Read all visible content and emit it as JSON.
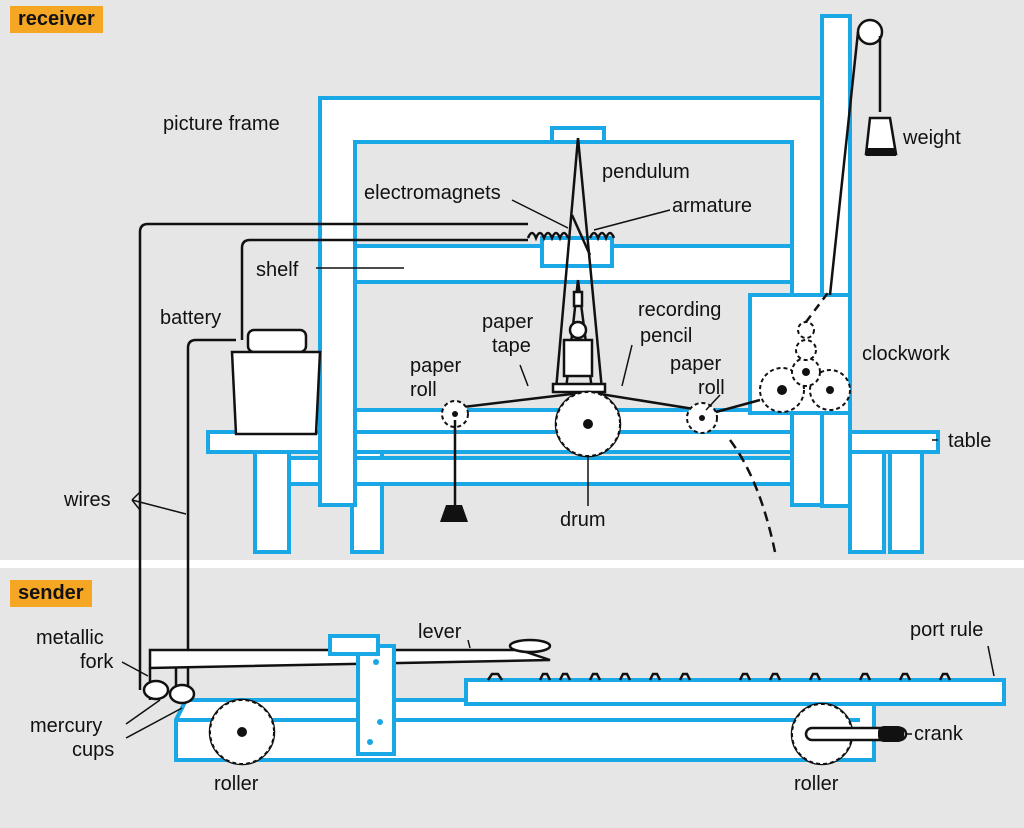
{
  "sections": {
    "receiver": "receiver",
    "sender": "sender"
  },
  "labels": {
    "picture_frame": "picture frame",
    "weight": "weight",
    "pendulum": "pendulum",
    "electromagnets": "electromagnets",
    "armature": "armature",
    "shelf": "shelf",
    "battery": "battery",
    "paper_tape_1": "paper",
    "paper_tape_2": "tape",
    "recording_pencil_1": "recording",
    "recording_pencil_2": "pencil",
    "paper_roll_left_1": "paper",
    "paper_roll_left_2": "roll",
    "paper_roll_right_1": "paper",
    "paper_roll_right_2": "roll",
    "clockwork": "clockwork",
    "table": "table",
    "wires": "wires",
    "drum": "drum",
    "lever": "lever",
    "port_rule": "port rule",
    "metallic_fork_1": "metallic",
    "metallic_fork_2": "fork",
    "mercury_cups_1": "mercury",
    "mercury_cups_2": "cups",
    "crank": "crank",
    "roller_left": "roller",
    "roller_right": "roller"
  },
  "colors": {
    "frame_blue": "#1aa7e6",
    "tag_orange": "#f5a623",
    "background": "#e6e6e6",
    "ink": "#111111"
  }
}
